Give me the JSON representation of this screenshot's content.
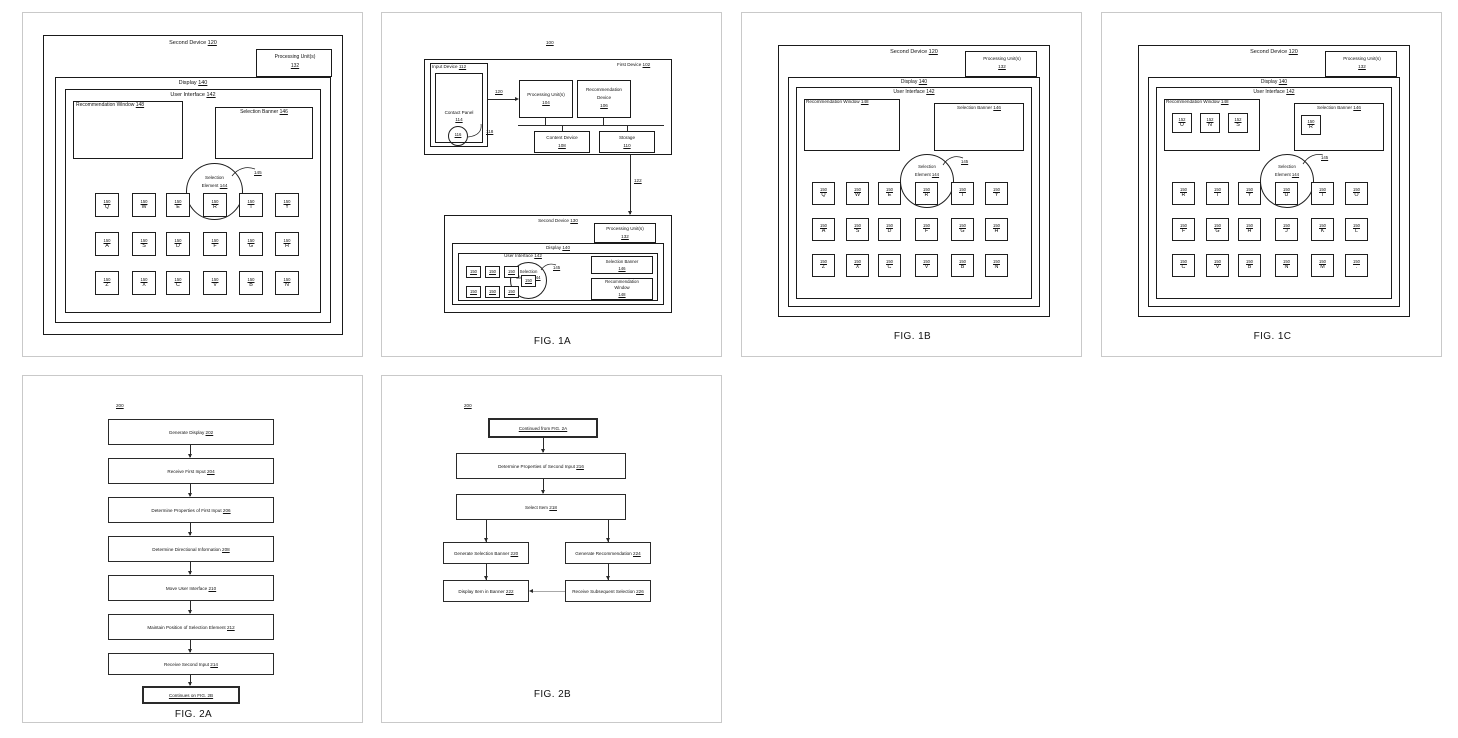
{
  "document": {
    "type": "patent-drawing-sheet",
    "figures": [
      "FIG. 1 (uncaptioned)",
      "FIG. 1A",
      "FIG. 1B",
      "FIG. 1C",
      "FIG. 2A",
      "FIG. 2B"
    ]
  },
  "common": {
    "second_device": "Second Device",
    "second_device_num": "120",
    "second_device_num_alt": "130",
    "processing_units": "Processing Unit(s)",
    "processing_units_num": "132",
    "display": "Display",
    "display_num": "140",
    "user_interface": "User Interface",
    "user_interface_num": "142",
    "recommendation_window": "Recommendation Window",
    "recommendation_window_num": "148",
    "selection_banner": "Selection Banner",
    "selection_banner_num": "146",
    "selection_element_l1": "Selection",
    "selection_element_l2": "Element",
    "selection_element_num": "144",
    "pointer_num": "145",
    "key_num": "150",
    "rec_item_num": "152"
  },
  "fig1": {
    "caption": "",
    "keys": [
      [
        "Q",
        "W",
        "E",
        "R",
        "T",
        "Y"
      ],
      [
        "A",
        "S",
        "D",
        "F",
        "G",
        "H"
      ],
      [
        "Z",
        "X",
        "C",
        "V",
        "B",
        "N"
      ]
    ],
    "recommendation_items": [],
    "banner_items": []
  },
  "fig1a": {
    "caption": "FIG. 1A",
    "sheet_num": "100",
    "first_device": "First Device",
    "first_device_num": "102",
    "input_device": "Input Device",
    "input_device_num": "112",
    "contact_panel": "Contact Panel",
    "contact_panel_num": "114",
    "contact_point_num": "116",
    "contact_leader_num": "118",
    "input_arrow_num": "120",
    "link_num": "122",
    "processing_units": "Processing Unit(s)",
    "processing_units_num": "104",
    "recommendation_device_l1": "Recommendation",
    "recommendation_device_l2": "Device",
    "recommendation_device_num": "106",
    "content_device": "Content Device",
    "content_device_num": "108",
    "storage": "Storage",
    "storage_num": "110",
    "lower": {
      "second_device": "Second Device",
      "second_device_num": "130",
      "processing_units": "Processing Unit(s)",
      "processing_units_num": "132",
      "display": "Display",
      "display_num": "140",
      "user_interface": "User Interface",
      "user_interface_num": "142",
      "selection_banner": "Selection Banner",
      "selection_banner_num": "146",
      "recommendation_window_l1": "Recommendation",
      "recommendation_window_l2": "Window",
      "recommendation_window_num": "148",
      "selection_element_l1": "Selection",
      "selection_element_l2": "Element",
      "selection_element_num": "144",
      "pointer_num": "145",
      "key_num": "150",
      "key_row_count": 3
    }
  },
  "fig1b": {
    "caption": "FIG. 1B",
    "keys": [
      [
        "Q",
        "W",
        "E",
        "R",
        "T",
        "Y"
      ],
      [
        "A",
        "S",
        "D",
        "F",
        "G",
        "H"
      ],
      [
        "Z",
        "X",
        "C",
        "V",
        "B",
        "N"
      ]
    ],
    "recommendation_items": [],
    "banner_items": []
  },
  "fig1c": {
    "caption": "FIG. 1C",
    "keys": [
      [
        "R",
        "T",
        "Y",
        "U",
        "I",
        "O"
      ],
      [
        "F",
        "G",
        "H",
        "J",
        "K",
        "L"
      ],
      [
        "C",
        "V",
        "B",
        "N",
        "M",
        "."
      ]
    ],
    "recommendation_items": [
      "U",
      "N",
      "S"
    ],
    "banner_items": [
      "R"
    ]
  },
  "fig2a": {
    "caption": "FIG. 2A",
    "flow_num": "200",
    "steps": [
      {
        "label": "Generate Display",
        "num": "202"
      },
      {
        "label": "Receive First Input",
        "num": "204"
      },
      {
        "label": "Determine Properties of First Input",
        "num": "206"
      },
      {
        "label": "Determine Directional Information",
        "num": "208"
      },
      {
        "label": "Move User Interface",
        "num": "210"
      },
      {
        "label": "Maintain Position of Selection Element",
        "num": "212"
      },
      {
        "label": "Receive Second Input",
        "num": "214"
      }
    ],
    "terminal": {
      "label": "Continues on FIG. 2B",
      "num": ""
    }
  },
  "fig2b": {
    "caption": "FIG. 2B",
    "flow_num": "200",
    "entry": {
      "label": "Continued from FIG. 2A"
    },
    "steps": [
      {
        "label": "Determine Properties of Second Input",
        "num": "216"
      },
      {
        "label": "Select Item",
        "num": "218"
      }
    ],
    "branch_left": [
      {
        "label": "Generate Selection Banner",
        "num": "220"
      },
      {
        "label": "Display Item in Banner",
        "num": "222"
      }
    ],
    "branch_right": [
      {
        "label": "Generate Recommendation",
        "num": "224"
      },
      {
        "label": "Receive Subsequent Selection",
        "num": "226"
      }
    ]
  }
}
